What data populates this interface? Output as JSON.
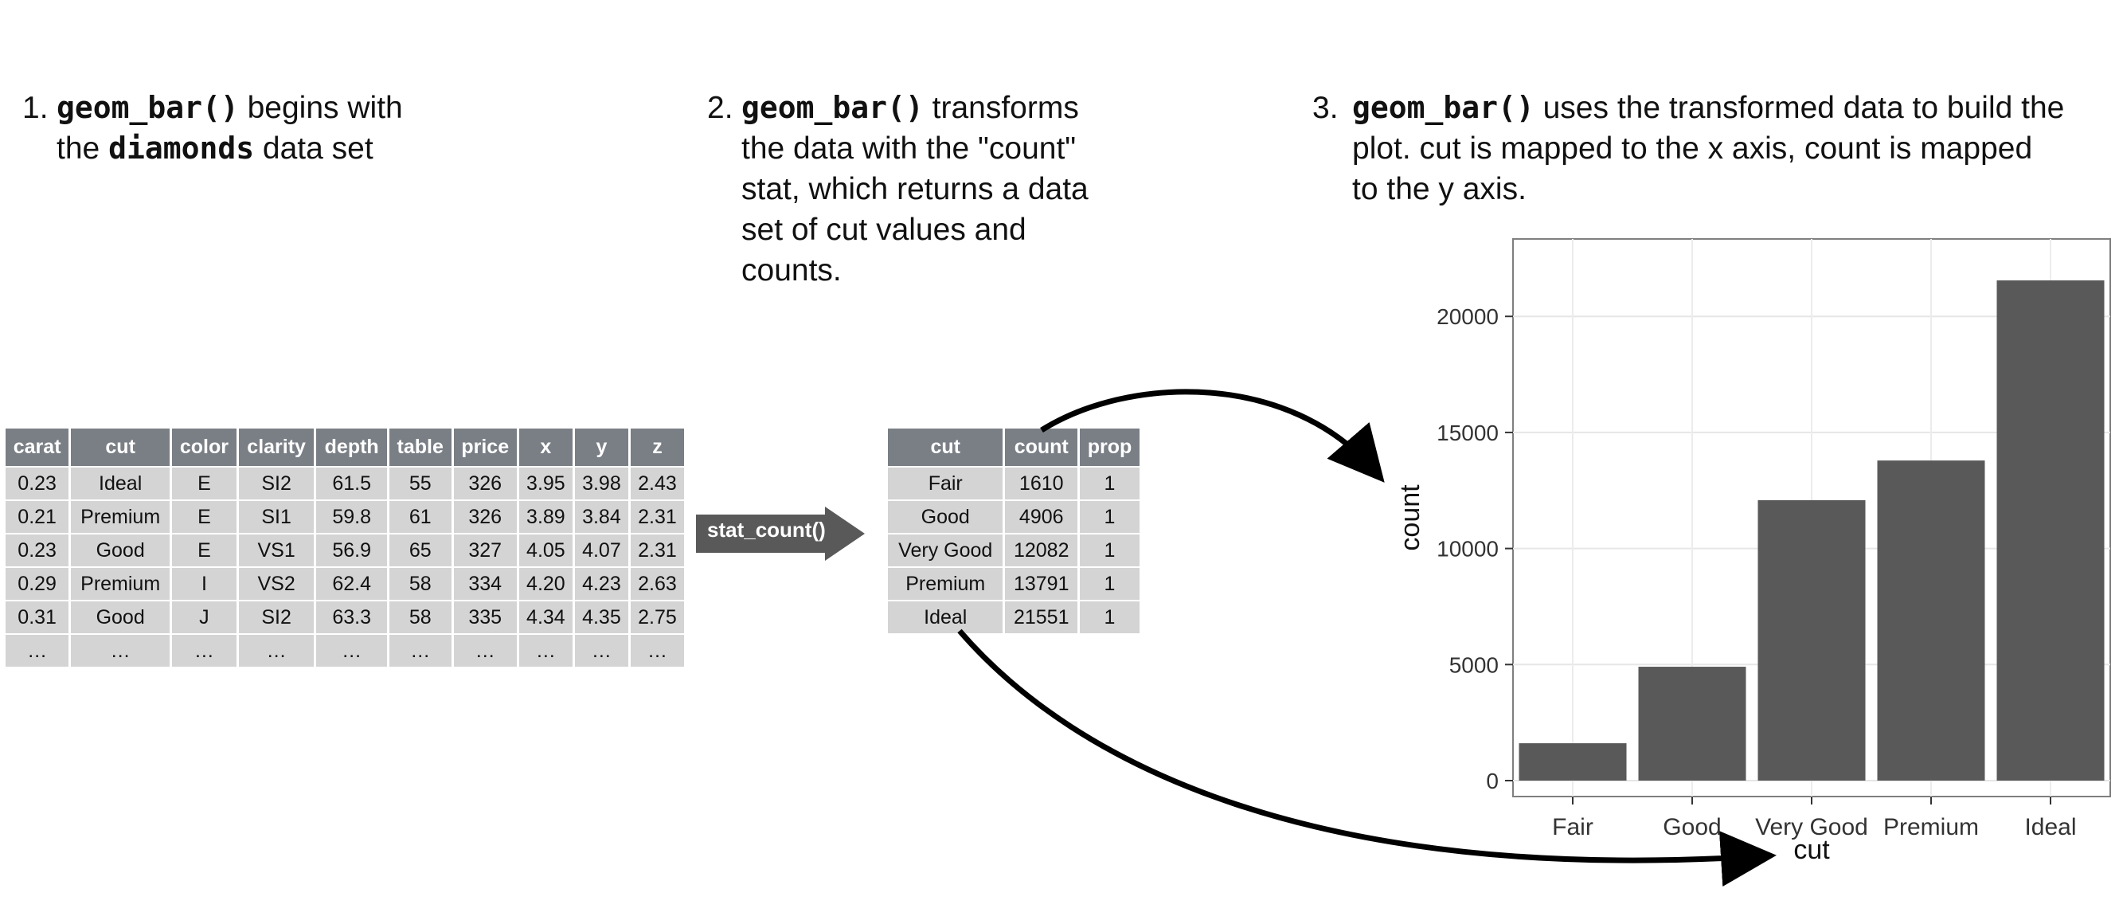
{
  "steps": [
    {
      "num": "1.",
      "pre": "",
      "code1": "geom_bar()",
      "mid": " begins with",
      "line2_pre": "the ",
      "code2": "diamonds",
      "line2_post": " data set"
    },
    {
      "num": "2.",
      "code": "geom_bar()",
      "lines": [
        " transforms",
        "the data with the \"count\"",
        "stat, which returns a data",
        "set of cut values and",
        "counts."
      ]
    },
    {
      "num": "3.",
      "code": "geom_bar()",
      "lines": [
        " uses the transformed data to build the",
        "plot. cut is mapped to the x axis, count is mapped",
        "to the y axis."
      ]
    }
  ],
  "diamonds_table": {
    "headers": [
      "carat",
      "cut",
      "color",
      "clarity",
      "depth",
      "table",
      "price",
      "x",
      "y",
      "z"
    ],
    "rows": [
      [
        "0.23",
        "Ideal",
        "E",
        "SI2",
        "61.5",
        "55",
        "326",
        "3.95",
        "3.98",
        "2.43"
      ],
      [
        "0.21",
        "Premium",
        "E",
        "SI1",
        "59.8",
        "61",
        "326",
        "3.89",
        "3.84",
        "2.31"
      ],
      [
        "0.23",
        "Good",
        "E",
        "VS1",
        "56.9",
        "65",
        "327",
        "4.05",
        "4.07",
        "2.31"
      ],
      [
        "0.29",
        "Premium",
        "I",
        "VS2",
        "62.4",
        "58",
        "334",
        "4.20",
        "4.23",
        "2.63"
      ],
      [
        "0.31",
        "Good",
        "J",
        "SI2",
        "63.3",
        "58",
        "335",
        "4.34",
        "4.35",
        "2.75"
      ],
      [
        "…",
        "…",
        "…",
        "…",
        "…",
        "…",
        "…",
        "…",
        "…",
        "…"
      ]
    ]
  },
  "stat_label": "stat_count()",
  "count_table": {
    "headers": [
      "cut",
      "count",
      "prop"
    ],
    "rows": [
      [
        "Fair",
        "1610",
        "1"
      ],
      [
        "Good",
        "4906",
        "1"
      ],
      [
        "Very Good",
        "12082",
        "1"
      ],
      [
        "Premium",
        "13791",
        "1"
      ],
      [
        "Ideal",
        "21551",
        "1"
      ]
    ]
  },
  "colors": {
    "header_bg": "#7a7f86",
    "cell_bg": "#d4d4d4",
    "bar": "#595959",
    "arrow": "#000000"
  },
  "chart_data": {
    "type": "bar",
    "categories": [
      "Fair",
      "Good",
      "Very Good",
      "Premium",
      "Ideal"
    ],
    "values": [
      1610,
      4906,
      12082,
      13791,
      21551
    ],
    "xlabel": "cut",
    "ylabel": "count",
    "yticks": [
      0,
      5000,
      10000,
      15000,
      20000
    ],
    "ylim": [
      0,
      22650
    ],
    "grid": true
  }
}
